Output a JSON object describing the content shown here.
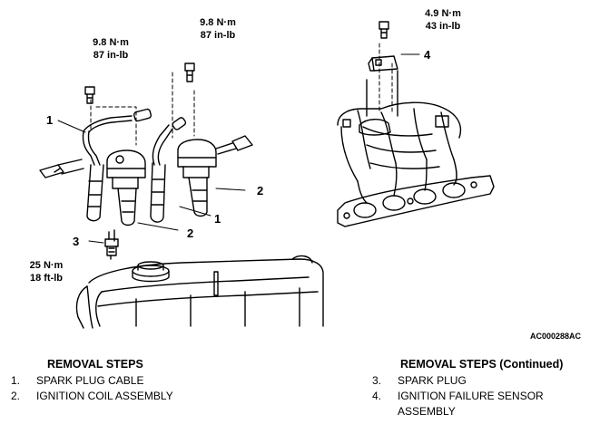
{
  "figure": {
    "torque_coil_bolt_1": {
      "nm": "9.8 N·m",
      "inlb": "87 in-lb"
    },
    "torque_coil_bolt_2": {
      "nm": "9.8 N·m",
      "inlb": "87 in-lb"
    },
    "torque_sensor": {
      "nm": "4.9 N·m",
      "inlb": "43  in-lb"
    },
    "torque_spark_plug": {
      "nm": "25 N·m",
      "ftlb": "18 ft-lb"
    },
    "callouts": [
      "1",
      "2",
      "1",
      "2",
      "3",
      "4"
    ],
    "figure_code": "AC000288AC"
  },
  "removal_steps": {
    "title": "REMOVAL STEPS",
    "items": [
      {
        "num": "1.",
        "text": "SPARK PLUG CABLE"
      },
      {
        "num": "2.",
        "text": "IGNITION COIL ASSEMBLY"
      }
    ]
  },
  "removal_steps_continued": {
    "title": "REMOVAL STEPS (Continued)",
    "items": [
      {
        "num": "3.",
        "text": "SPARK PLUG"
      },
      {
        "num": "4.",
        "text": "IGNITION FAILURE SENSOR ASSEMBLY"
      }
    ]
  }
}
